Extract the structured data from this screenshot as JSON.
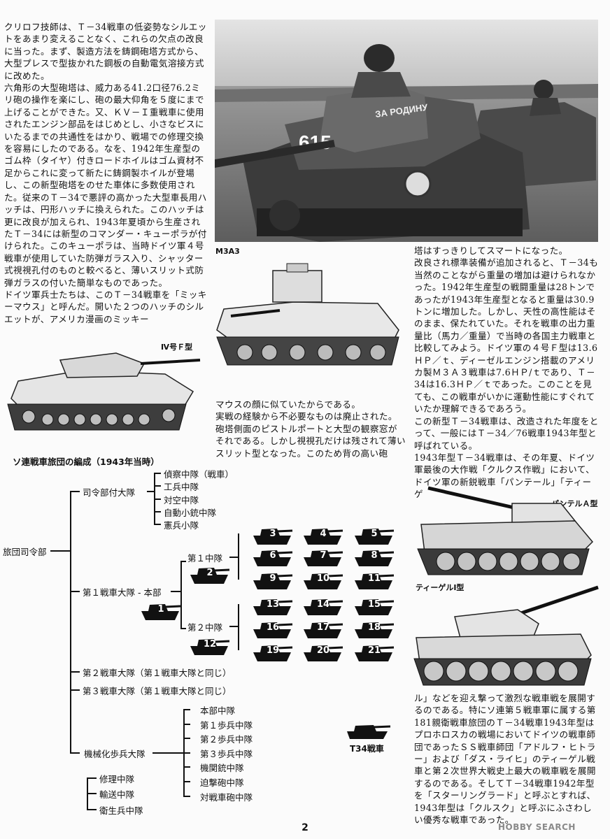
{
  "col1_text": [
    "クリロフ技師は、Ｔ－34戦車の低姿勢なシルエットをあまり変えることなく、これらの欠点の改良に当った。まず、製造方法を鋳鋼砲塔方式から、大型プレスで型抜かれた鋼板の自動電気溶接方式に改めた。",
    "六角形の大型砲塔は、威力ある41.2口径76.2ミリ砲の操作を楽にし、砲の最大仰角を５度にまで上げることができた。又、ＫＶ－Ｉ重戦車に使用されたエンジン部品をはじめとし、小さなビスにいたるまでの共通性をはかり、戦場での修理交換を容易にしたのである。なを、1942年生産型のゴム枠（タイヤ）付きロードホイルはゴム資材不足からこれに変って新たに鋳鋼製ホイルが登場し、この新型砲塔をのせた車体に多数使用された。従来のＴ－34で悪評の高かった大型車長用ハッチは、円形ハッチに換えられた。このハッチは更に改良が加えられ、1943年夏頃から生産されたＴ－34には新型のコマンダー・キューポラが付けられた。このキューポラは、当時ドイツ軍４号戦車が使用していた防弾ガラス入り、シャッター式視視孔付のものと較べると、薄いスリット式防弾ガラスの付いた簡単なものであった。",
    "ドイツ軍兵士たちは、このＴ－34戦車を「ミッキーマウス」と呼んだ。開いた２つのハッチのシルエットが、アメリカ漫画のミッキー"
  ],
  "col2_text": [
    "マウスの顔に似ていたからである。",
    "実戦の経験から不必要なものは廃止された。砲塔側面のピストルポートと大型の観察窓がそれである。しかし視視孔だけは残されて薄いスリット型となった。このため背の高い砲"
  ],
  "col3_text": [
    "塔はすっきりしてスマートになった。",
    "改良され標準装備が追加されると、Ｔ－34も当然のことながら重量の増加は避けられなかった。1942年生産型の戦闘重量は28トンであったが1943年生産型となると重量は30.9トンに増加した。しかし、天性の高性能はそのまま、保たれていた。それを戦車の出力重量比（馬力／重量）で当時の各国主力戦車と比較してみよう。ドイツ軍の４号Ｆ型は13.6ＨＰ／ｔ、ディーゼルエンジン搭載のアメリカ製Ｍ３Ａ３戦車は7.6ＨＰ/ｔであり、Ｔ－34は16.3ＨＰ／ｔであった。このことを見ても、この戦車がいかに運動性能にすぐれていたか理解できるであろう。",
    "この新型Ｔ－34戦車は、改造された年度をとって、一般にはＴ－34／76戦車1943年型と呼ばれている。",
    "1943年型Ｔ－34戦車は、その年夏、ドイツ軍最後の大作戦「クルクス作戦」において、ドイツ軍の新鋭戦車「パンテール」「ティーゲ"
  ],
  "col3b_text": [
    "ル」などを迎え撃って激烈な戦車戦を展開するのである。特にソ連第５戦車軍に属する第181親衛戦車旅団のＴ－34戦車1943年型はプロホロスカの戦場においてドイツの戦車師団であったＳＳ戦車師団「アドルフ・ヒトラー」および「ダス・ライヒ」のティーゲル戦車と第２次世界大戦史上最大の戦車戦を展開するのである。そしてＴ－34戦車1942年型を「スターリングラード」と呼ぶとすれば、1943年型は「クルスク」と呼ぶにふさわしい優秀な戦車であった。"
  ],
  "captions": {
    "m3a3": "M3A3",
    "pz4": "Ⅳ号Ｆ型",
    "panther": "パンテルＡ型",
    "tiger": "ティーゲルⅠ型",
    "t34": "T34戦車"
  },
  "photo": {
    "turret_slogan": "ЗА РОДИНУ",
    "turret_number": "615"
  },
  "org": {
    "title": "ソ連戦車旅団の編成（1943年当時）",
    "root": "旅団司令部",
    "hq_unit": "司令部付大隊",
    "hq_children": [
      "偵察中隊（戦車）",
      "工兵中隊",
      "対空中隊",
      "自動小銃中隊",
      "憲兵小隊"
    ],
    "bn1": "第１戦車大隊 ‐ 本部",
    "co1": "第１中隊",
    "co2": "第２中隊",
    "bn2": "第２戦車大隊（第１戦車大隊と同じ）",
    "bn3": "第３戦車大隊（第１戦車大隊と同じ）",
    "mech": "機械化歩兵大隊",
    "mech_children": [
      "本部中隊",
      "第１歩兵中隊",
      "第２歩兵中隊",
      "第３歩兵中隊",
      "機関銃中隊",
      "迫撃砲中隊",
      "対戦車砲中隊"
    ],
    "support": [
      "修理中隊",
      "輸送中隊",
      "衛生兵中隊"
    ],
    "tank_numbers": [
      "1",
      "2",
      "3",
      "4",
      "5",
      "6",
      "7",
      "8",
      "9",
      "10",
      "11",
      "12",
      "13",
      "14",
      "15",
      "16",
      "17",
      "18",
      "19",
      "20",
      "21"
    ]
  },
  "footer": {
    "page": "2",
    "watermark": "HOBBY SEARCH"
  }
}
